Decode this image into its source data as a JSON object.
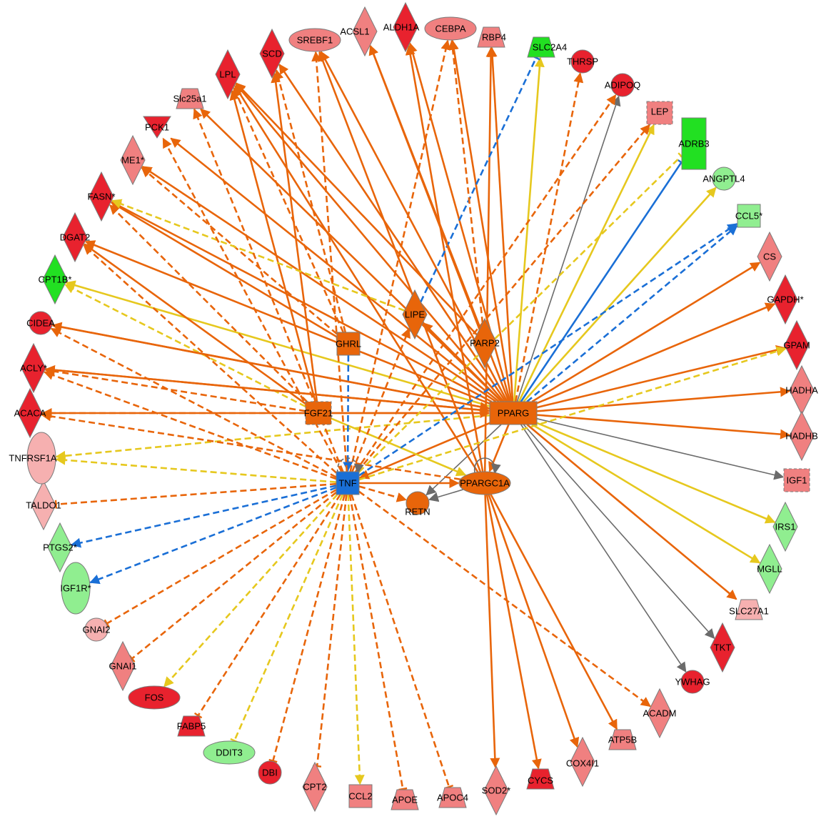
{
  "colors": {
    "orange": "#e8650a",
    "yellow": "#e6c81e",
    "blue": "#1a6fd6",
    "gray": "#6b6b6b",
    "red": "#e8222e",
    "pink": "#f08080",
    "lightpink": "#f6b0b0",
    "green": "#22e022",
    "lightgreen": "#90ee90",
    "hub_orange": "#e8650a",
    "hub_blue": "#1a6fd6"
  },
  "nodes": [
    {
      "id": "SREBF1",
      "label": "SREBF1",
      "shape": "ellipse",
      "color": "pink"
    },
    {
      "id": "ACSL1",
      "label": "ACSL1",
      "shape": "diamond",
      "color": "pink"
    },
    {
      "id": "ALDH1A",
      "label": "ALDH1A",
      "shape": "diamond",
      "color": "red"
    },
    {
      "id": "CEBPA",
      "label": "CEBPA",
      "shape": "ellipse",
      "color": "pink"
    },
    {
      "id": "RBP4",
      "label": "RBP4",
      "shape": "trapezoid",
      "color": "pink"
    },
    {
      "id": "SLC2A4",
      "label": "SLC2A4",
      "shape": "trapezoid",
      "color": "green"
    },
    {
      "id": "THRSP",
      "label": "THRSP",
      "shape": "circle",
      "color": "red"
    },
    {
      "id": "ADIPOQ",
      "label": "ADIPOQ",
      "shape": "circle",
      "color": "red"
    },
    {
      "id": "LEP",
      "label": "LEP",
      "shape": "dashedsquare",
      "color": "pink"
    },
    {
      "id": "ADRB3",
      "label": "ADRB3",
      "shape": "tallrect",
      "color": "green"
    },
    {
      "id": "ANGPTL4",
      "label": "ANGPTL4",
      "shape": "circle",
      "color": "lightgreen"
    },
    {
      "id": "CCL5",
      "label": "CCL5*",
      "shape": "square",
      "color": "lightgreen"
    },
    {
      "id": "CS",
      "label": "CS",
      "shape": "diamond",
      "color": "pink"
    },
    {
      "id": "GAPDH",
      "label": "GAPDH*",
      "shape": "diamond",
      "color": "red"
    },
    {
      "id": "GPAM",
      "label": "GPAM",
      "shape": "diamond",
      "color": "red"
    },
    {
      "id": "HADHA",
      "label": "HADHA",
      "shape": "diamond",
      "color": "pink"
    },
    {
      "id": "HADHB",
      "label": "HADHB",
      "shape": "diamond",
      "color": "pink"
    },
    {
      "id": "IGF1",
      "label": "IGF1",
      "shape": "dashedsquare",
      "color": "pink"
    },
    {
      "id": "IRS1",
      "label": "IRS1",
      "shape": "diamond",
      "color": "lightgreen"
    },
    {
      "id": "MGLL",
      "label": "MGLL",
      "shape": "diamond",
      "color": "lightgreen"
    },
    {
      "id": "SLC27A1",
      "label": "SLC27A1",
      "shape": "trapezoid",
      "color": "lightpink"
    },
    {
      "id": "TKT",
      "label": "TKT",
      "shape": "diamond",
      "color": "red"
    },
    {
      "id": "YWHAG",
      "label": "YWHAG",
      "shape": "circle",
      "color": "red"
    },
    {
      "id": "ACADM",
      "label": "ACADM",
      "shape": "diamond",
      "color": "pink"
    },
    {
      "id": "ATP5B",
      "label": "ATP5B",
      "shape": "trapezoid",
      "color": "pink"
    },
    {
      "id": "COX4I1",
      "label": "COX4I1",
      "shape": "diamond",
      "color": "pink"
    },
    {
      "id": "CYCS",
      "label": "CYCS",
      "shape": "trapezoid",
      "color": "red"
    },
    {
      "id": "SOD2",
      "label": "SOD2*",
      "shape": "diamond",
      "color": "pink"
    },
    {
      "id": "APOC4",
      "label": "APOC4",
      "shape": "trapezoid",
      "color": "pink"
    },
    {
      "id": "APOE",
      "label": "APOE",
      "shape": "trapezoid",
      "color": "pink"
    },
    {
      "id": "CCL2",
      "label": "CCL2",
      "shape": "square",
      "color": "pink"
    },
    {
      "id": "CPT2",
      "label": "CPT2",
      "shape": "diamond",
      "color": "pink"
    },
    {
      "id": "DBI",
      "label": "DBI",
      "shape": "circle",
      "color": "red"
    },
    {
      "id": "DDIT3",
      "label": "DDIT3",
      "shape": "ellipse",
      "color": "lightgreen"
    },
    {
      "id": "FABP5",
      "label": "FABP5",
      "shape": "trapezoid",
      "color": "red"
    },
    {
      "id": "FOS",
      "label": "FOS",
      "shape": "ellipse",
      "color": "red"
    },
    {
      "id": "GNAI1",
      "label": "GNAI1",
      "shape": "diamond",
      "color": "pink"
    },
    {
      "id": "GNAI2",
      "label": "GNAI2",
      "shape": "circle",
      "color": "lightpink"
    },
    {
      "id": "IGF1R",
      "label": "IGF1R*",
      "shape": "vellipse",
      "color": "lightgreen"
    },
    {
      "id": "PTGS2",
      "label": "PTGS2*",
      "shape": "diamond",
      "color": "lightgreen"
    },
    {
      "id": "TALDO1",
      "label": "TALDO1",
      "shape": "diamond",
      "color": "lightpink"
    },
    {
      "id": "TNFRSF1A",
      "label": "TNFRSF1A",
      "shape": "vellipse",
      "color": "lightpink"
    },
    {
      "id": "ACACA",
      "label": "ACACA",
      "shape": "diamond",
      "color": "red"
    },
    {
      "id": "ACLY",
      "label": "ACLY*",
      "shape": "diamond",
      "color": "red"
    },
    {
      "id": "CIDEA",
      "label": "CIDEA",
      "shape": "circle",
      "color": "red"
    },
    {
      "id": "CPT1B",
      "label": "CPT1B*",
      "shape": "diamond",
      "color": "green"
    },
    {
      "id": "DGAT2",
      "label": "DGAT2",
      "shape": "diamond",
      "color": "red"
    },
    {
      "id": "FASN",
      "label": "FASN*",
      "shape": "diamond",
      "color": "red"
    },
    {
      "id": "ME1",
      "label": "ME1*",
      "shape": "diamond",
      "color": "pink"
    },
    {
      "id": "PCK1",
      "label": "PCK1",
      "shape": "triangle",
      "color": "red"
    },
    {
      "id": "Slc25a1",
      "label": "Slc25a1",
      "shape": "trapezoid",
      "color": "pink"
    },
    {
      "id": "LPL",
      "label": "LPL",
      "shape": "diamond",
      "color": "red"
    },
    {
      "id": "SCD",
      "label": "SCD",
      "shape": "diamond",
      "color": "red"
    },
    {
      "id": "LIPE",
      "label": "LIPE",
      "shape": "diamond",
      "color": "hub_orange"
    },
    {
      "id": "PARP2",
      "label": "PARP2",
      "shape": "diamond",
      "color": "hub_orange"
    },
    {
      "id": "GHRL",
      "label": "GHRL",
      "shape": "square",
      "color": "hub_orange"
    },
    {
      "id": "FGF21",
      "label": "FGF21",
      "shape": "dashedsquare",
      "color": "hub_orange"
    },
    {
      "id": "PPARG",
      "label": "PPARG",
      "shape": "rect",
      "color": "hub_orange"
    },
    {
      "id": "TNF",
      "label": "TNF",
      "shape": "square",
      "color": "hub_blue"
    },
    {
      "id": "PPARGC1A",
      "label": "PPARGC1A",
      "shape": "ellipse",
      "color": "hub_orange"
    },
    {
      "id": "RETN",
      "label": "RETN",
      "shape": "circle",
      "color": "hub_orange"
    }
  ],
  "edges": [
    {
      "s": "PPARG",
      "t": "SREBF1",
      "c": "orange",
      "d": false
    },
    {
      "s": "PPARG",
      "t": "ACSL1",
      "c": "orange",
      "d": false
    },
    {
      "s": "PPARG",
      "t": "ALDH1A",
      "c": "orange",
      "d": false
    },
    {
      "s": "PPARG",
      "t": "CEBPA",
      "c": "orange",
      "d": false
    },
    {
      "s": "PPARG",
      "t": "RBP4",
      "c": "orange",
      "d": false
    },
    {
      "s": "PPARG",
      "t": "SLC2A4",
      "c": "yellow",
      "d": false
    },
    {
      "s": "PPARG",
      "t": "THRSP",
      "c": "orange",
      "d": true
    },
    {
      "s": "PPARG",
      "t": "ADIPOQ",
      "c": "gray",
      "d": false
    },
    {
      "s": "PPARG",
      "t": "LEP",
      "c": "yellow",
      "d": false
    },
    {
      "s": "PPARG",
      "t": "ADRB3",
      "c": "blue",
      "d": false,
      "inh": true
    },
    {
      "s": "PPARG",
      "t": "ANGPTL4",
      "c": "yellow",
      "d": false
    },
    {
      "s": "PPARG",
      "t": "CCL5",
      "c": "blue",
      "d": true
    },
    {
      "s": "PPARG",
      "t": "CS",
      "c": "orange",
      "d": false
    },
    {
      "s": "PPARG",
      "t": "GAPDH",
      "c": "orange",
      "d": false
    },
    {
      "s": "PPARG",
      "t": "GPAM",
      "c": "orange",
      "d": false
    },
    {
      "s": "PPARG",
      "t": "HADHA",
      "c": "orange",
      "d": false
    },
    {
      "s": "PPARG",
      "t": "HADHB",
      "c": "orange",
      "d": false
    },
    {
      "s": "PPARG",
      "t": "IGF1",
      "c": "gray",
      "d": false
    },
    {
      "s": "PPARG",
      "t": "IRS1",
      "c": "yellow",
      "d": false
    },
    {
      "s": "PPARG",
      "t": "MGLL",
      "c": "yellow",
      "d": false
    },
    {
      "s": "PPARG",
      "t": "SLC27A1",
      "c": "orange",
      "d": false
    },
    {
      "s": "PPARG",
      "t": "TKT",
      "c": "gray",
      "d": false
    },
    {
      "s": "PPARG",
      "t": "YWHAG",
      "c": "gray",
      "d": false
    },
    {
      "s": "PPARG",
      "t": "RETN",
      "c": "gray",
      "d": false
    },
    {
      "s": "PPARG",
      "t": "PPARGC1A",
      "c": "orange",
      "d": false
    },
    {
      "s": "PPARG",
      "t": "LPL",
      "c": "orange",
      "d": false
    },
    {
      "s": "PPARG",
      "t": "SCD",
      "c": "orange",
      "d": false
    },
    {
      "s": "PPARG",
      "t": "Slc25a1",
      "c": "orange",
      "d": false
    },
    {
      "s": "PPARG",
      "t": "PCK1",
      "c": "orange",
      "d": false
    },
    {
      "s": "PPARG",
      "t": "ME1",
      "c": "orange",
      "d": false
    },
    {
      "s": "PPARG",
      "t": "FASN",
      "c": "orange",
      "d": false
    },
    {
      "s": "PPARG",
      "t": "DGAT2",
      "c": "orange",
      "d": false
    },
    {
      "s": "PPARG",
      "t": "CPT1B",
      "c": "yellow",
      "d": false
    },
    {
      "s": "PPARG",
      "t": "CIDEA",
      "c": "orange",
      "d": false
    },
    {
      "s": "PPARG",
      "t": "ACLY",
      "c": "orange",
      "d": false
    },
    {
      "s": "PPARG",
      "t": "LIPE",
      "c": "orange",
      "d": false
    },
    {
      "s": "PPARG",
      "t": "TNF",
      "c": "orange",
      "d": false
    },
    {
      "s": "PPARG",
      "t": "TNFRSF1A",
      "c": "yellow",
      "d": true
    },
    {
      "s": "PPARGC1A",
      "t": "SOD2",
      "c": "orange",
      "d": false
    },
    {
      "s": "PPARGC1A",
      "t": "CYCS",
      "c": "orange",
      "d": false
    },
    {
      "s": "PPARGC1A",
      "t": "COX4I1",
      "c": "orange",
      "d": false
    },
    {
      "s": "PPARGC1A",
      "t": "ATP5B",
      "c": "orange",
      "d": false
    },
    {
      "s": "PPARGC1A",
      "t": "RBP4",
      "c": "orange",
      "d": false
    },
    {
      "s": "PPARGC1A",
      "t": "SREBF1",
      "c": "orange",
      "d": false
    },
    {
      "s": "PPARGC1A",
      "t": "ALDH1A",
      "c": "orange",
      "d": false
    },
    {
      "s": "PPARGC1A",
      "t": "LPL",
      "c": "orange",
      "d": false
    },
    {
      "s": "PPARGC1A",
      "t": "RETN",
      "c": "gray",
      "d": false
    },
    {
      "s": "PPARGC1A",
      "t": "ACACA",
      "c": "orange",
      "d": true
    },
    {
      "s": "FGF21",
      "t": "ACACA",
      "c": "orange",
      "d": true
    },
    {
      "s": "FGF21",
      "t": "ACLY",
      "c": "orange",
      "d": true
    },
    {
      "s": "FGF21",
      "t": "CPT1B",
      "c": "yellow",
      "d": true
    },
    {
      "s": "FGF21",
      "t": "FASN",
      "c": "orange",
      "d": true
    },
    {
      "s": "FGF21",
      "t": "PPARG",
      "c": "orange",
      "d": false
    },
    {
      "s": "FGF21",
      "t": "PPARGC1A",
      "c": "yellow",
      "d": false
    },
    {
      "s": "FGF21",
      "t": "DGAT2",
      "c": "orange",
      "d": false
    },
    {
      "s": "FGF21",
      "t": "SCD",
      "c": "orange",
      "d": false
    },
    {
      "s": "FGF21",
      "t": "LPL",
      "c": "orange",
      "d": false
    },
    {
      "s": "GHRL",
      "t": "LPL",
      "c": "orange",
      "d": true
    },
    {
      "s": "GHRL",
      "t": "SCD",
      "c": "orange",
      "d": true
    },
    {
      "s": "GHRL",
      "t": "FASN",
      "c": "orange",
      "d": false
    },
    {
      "s": "GHRL",
      "t": "ME1",
      "c": "orange",
      "d": true
    },
    {
      "s": "GHRL",
      "t": "TNF",
      "c": "blue",
      "d": true
    },
    {
      "s": "LIPE",
      "t": "SLC2A4",
      "c": "blue",
      "d": true,
      "inh": true
    },
    {
      "s": "LIPE",
      "t": "FASN",
      "c": "yellow",
      "d": true
    },
    {
      "s": "PARP2",
      "t": "ACSL1",
      "c": "orange",
      "d": false
    },
    {
      "s": "PARP2",
      "t": "CEBPA",
      "c": "orange",
      "d": true
    },
    {
      "s": "PARP2",
      "t": "LPL",
      "c": "orange",
      "d": false
    },
    {
      "s": "ACACA",
      "t": "PPARG",
      "c": "orange",
      "d": false
    },
    {
      "s": "ACLY",
      "t": "PPARG",
      "c": "orange",
      "d": false
    },
    {
      "s": "CIDEA",
      "t": "PPARG",
      "c": "orange",
      "d": false
    },
    {
      "s": "TNF",
      "t": "SREBF1",
      "c": "orange",
      "d": true
    },
    {
      "s": "TNF",
      "t": "CEBPA",
      "c": "orange",
      "d": true
    },
    {
      "s": "TNF",
      "t": "LIPE",
      "c": "orange",
      "d": true
    },
    {
      "s": "TNF",
      "t": "LEP",
      "c": "orange",
      "d": true
    },
    {
      "s": "TNF",
      "t": "ADIPOQ",
      "c": "orange",
      "d": true
    },
    {
      "s": "TNF",
      "t": "ADRB3",
      "c": "yellow",
      "d": true,
      "inh": true
    },
    {
      "s": "TNF",
      "t": "CCL5",
      "c": "blue",
      "d": true
    },
    {
      "s": "TNF",
      "t": "GPAM",
      "c": "yellow",
      "d": true
    },
    {
      "s": "TNF",
      "t": "PCK1",
      "c": "orange",
      "d": true
    },
    {
      "s": "TNF",
      "t": "Slc25a1",
      "c": "orange",
      "d": true
    },
    {
      "s": "TNF",
      "t": "ACLY",
      "c": "orange",
      "d": true
    },
    {
      "s": "TNF",
      "t": "DGAT2",
      "c": "orange",
      "d": true
    },
    {
      "s": "TNF",
      "t": "CIDEA",
      "c": "orange",
      "d": true
    },
    {
      "s": "TNF",
      "t": "TNFRSF1A",
      "c": "yellow",
      "d": true
    },
    {
      "s": "TNF",
      "t": "TALDO1",
      "c": "orange",
      "d": true,
      "inh": true
    },
    {
      "s": "TNF",
      "t": "PTGS2",
      "c": "blue",
      "d": true
    },
    {
      "s": "TNF",
      "t": "IGF1R",
      "c": "blue",
      "d": true
    },
    {
      "s": "TNF",
      "t": "GNAI2",
      "c": "orange",
      "d": true,
      "inh": true
    },
    {
      "s": "TNF",
      "t": "GNAI1",
      "c": "orange",
      "d": true,
      "inh": true
    },
    {
      "s": "TNF",
      "t": "FOS",
      "c": "yellow",
      "d": true
    },
    {
      "s": "TNF",
      "t": "FABP5",
      "c": "orange",
      "d": true,
      "inh": true
    },
    {
      "s": "TNF",
      "t": "DDIT3",
      "c": "yellow",
      "d": true,
      "inh": true
    },
    {
      "s": "TNF",
      "t": "DBI",
      "c": "orange",
      "d": true,
      "inh": true
    },
    {
      "s": "TNF",
      "t": "CPT2",
      "c": "orange",
      "d": true,
      "inh": true
    },
    {
      "s": "TNF",
      "t": "CCL2",
      "c": "yellow",
      "d": true
    },
    {
      "s": "TNF",
      "t": "APOE",
      "c": "orange",
      "d": true,
      "inh": true
    },
    {
      "s": "TNF",
      "t": "APOC4",
      "c": "orange",
      "d": true,
      "inh": true
    },
    {
      "s": "TNF",
      "t": "ACADM",
      "c": "orange",
      "d": true
    },
    {
      "s": "TNF",
      "t": "RETN",
      "c": "orange",
      "d": true
    },
    {
      "s": "TNF",
      "t": "PPARGC1A",
      "c": "orange",
      "d": false
    }
  ],
  "self_loops": [
    {
      "node": "TNF",
      "c": "gray",
      "d": true
    },
    {
      "node": "PPARGC1A",
      "c": "gray",
      "d": false
    }
  ]
}
